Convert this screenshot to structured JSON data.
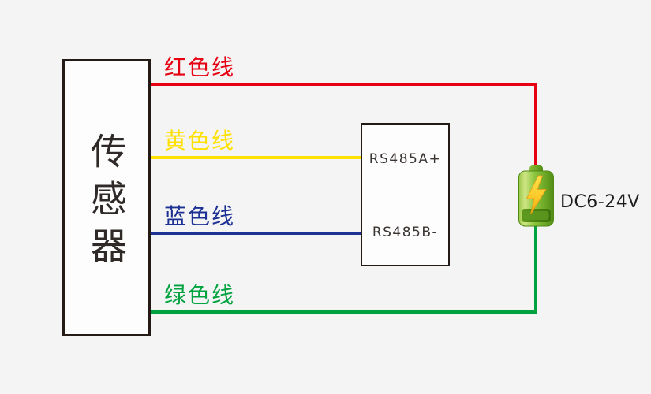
{
  "diagram": {
    "background_color": "#f4f4f4",
    "sensor_box": {
      "label": "传感器"
    },
    "wires": [
      {
        "id": "red",
        "label": "红色线",
        "color": "#e60012",
        "connects_to": "power-positive"
      },
      {
        "id": "yellow",
        "label": "黄色线",
        "color": "#ffe100",
        "connects_to": "RS485A+"
      },
      {
        "id": "blue",
        "label": "蓝色线",
        "color": "#1d3195",
        "connects_to": "RS485B-"
      },
      {
        "id": "green",
        "label": "绿色线",
        "color": "#00a23e",
        "connects_to": "power-negative"
      }
    ],
    "rs485_box": {
      "terminal_a": "RS485A+",
      "terminal_b": "RS485B-"
    },
    "power": {
      "icon": "battery-icon",
      "label": "DC6-24V"
    }
  }
}
